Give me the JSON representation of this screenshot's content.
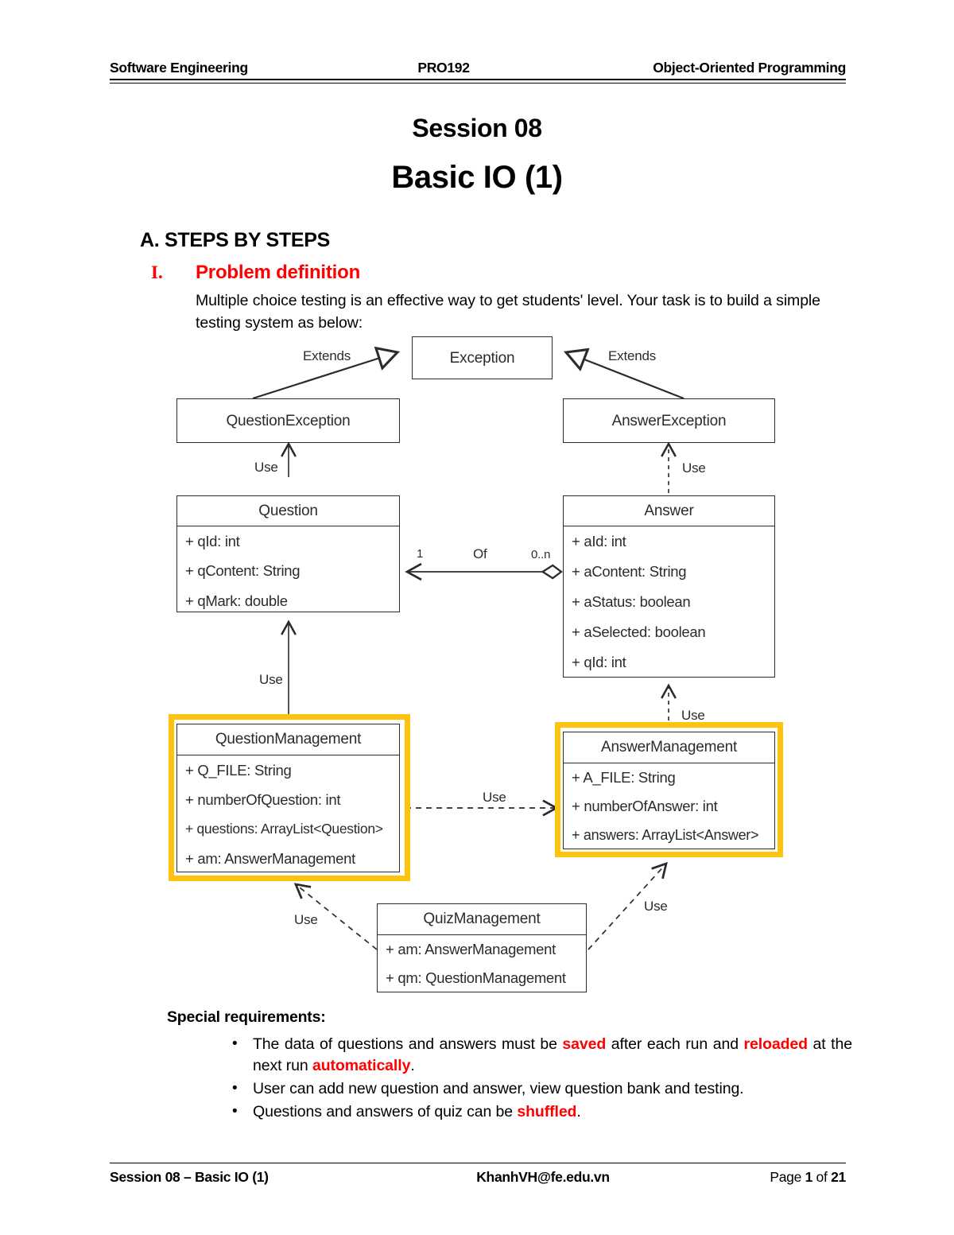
{
  "header": {
    "left": "Software Engineering",
    "center": "PRO192",
    "right": "Object-Oriented Programming"
  },
  "titles": {
    "session": "Session 08",
    "main": "Basic IO (1)"
  },
  "sections": {
    "part_a": "A. STEPS BY STEPS",
    "roman_numeral": "I.",
    "subsection": "Problem definition",
    "intro": "Multiple choice testing is an effective way to get students' level. Your task is to build a simple testing system as below:"
  },
  "diagram": {
    "classes": {
      "exception": {
        "name": "Exception",
        "attributes": []
      },
      "question_exception": {
        "name": "QuestionException",
        "attributes": []
      },
      "answer_exception": {
        "name": "AnswerException",
        "attributes": []
      },
      "question": {
        "name": "Question",
        "attributes": [
          "+ qId: int",
          "+ qContent: String",
          "+ qMark: double"
        ]
      },
      "answer": {
        "name": "Answer",
        "attributes": [
          "+ aId: int",
          "+ aContent: String",
          "+ aStatus: boolean",
          "+ aSelected: boolean",
          "+ qId: int"
        ]
      },
      "question_management": {
        "name": "QuestionManagement",
        "attributes": [
          "+ Q_FILE: String",
          "+ numberOfQuestion: int",
          "+ questions: ArrayList<Question>",
          "+ am: AnswerManagement"
        ],
        "highlighted": true
      },
      "answer_management": {
        "name": "AnswerManagement",
        "attributes": [
          "+ A_FILE: String",
          "+ numberOfAnswer: int",
          "+ answers: ArrayList<Answer>"
        ],
        "highlighted": true
      },
      "quiz_management": {
        "name": "QuizManagement",
        "attributes": [
          "+ am: AnswerManagement",
          "+ qm: QuestionManagement"
        ]
      }
    },
    "edge_labels": {
      "extends_left": "Extends",
      "extends_right": "Extends",
      "use_qe": "Use",
      "use_ae": "Use",
      "assoc_mult_left": "1",
      "assoc_name": "Of",
      "assoc_mult_right": "0..n",
      "use_question_qm": "Use",
      "use_answer_am": "Use",
      "use_qm_am": "Use",
      "use_quiz_qm": "Use",
      "use_quiz_am": "Use"
    },
    "highlight_color": "#FFC20E"
  },
  "requirements": {
    "title": "Special requirements:",
    "items": [
      {
        "parts": [
          {
            "text": "The data of questions and answers must be ",
            "emphasis": false
          },
          {
            "text": "saved",
            "emphasis": true
          },
          {
            "text": " after each run and ",
            "emphasis": false
          },
          {
            "text": "reloaded",
            "emphasis": true
          },
          {
            "text": " at the next run ",
            "emphasis": false
          },
          {
            "text": "automatically",
            "emphasis": true
          },
          {
            "text": ".",
            "emphasis": false
          }
        ]
      },
      {
        "parts": [
          {
            "text": "User can add new question and answer, view question bank and testing.",
            "emphasis": false
          }
        ]
      },
      {
        "parts": [
          {
            "text": "Questions and answers of quiz can be ",
            "emphasis": false
          },
          {
            "text": "shuffled",
            "emphasis": true
          },
          {
            "text": ".",
            "emphasis": false
          }
        ]
      }
    ],
    "emphasis_color": "#FF0000"
  },
  "footer": {
    "left": "Session 08 – Basic IO (1)",
    "center": "KhanhVH@fe.edu.vn",
    "right_prefix": "Page ",
    "page_number": "1",
    "right_mid": " of ",
    "total_pages": "21"
  }
}
